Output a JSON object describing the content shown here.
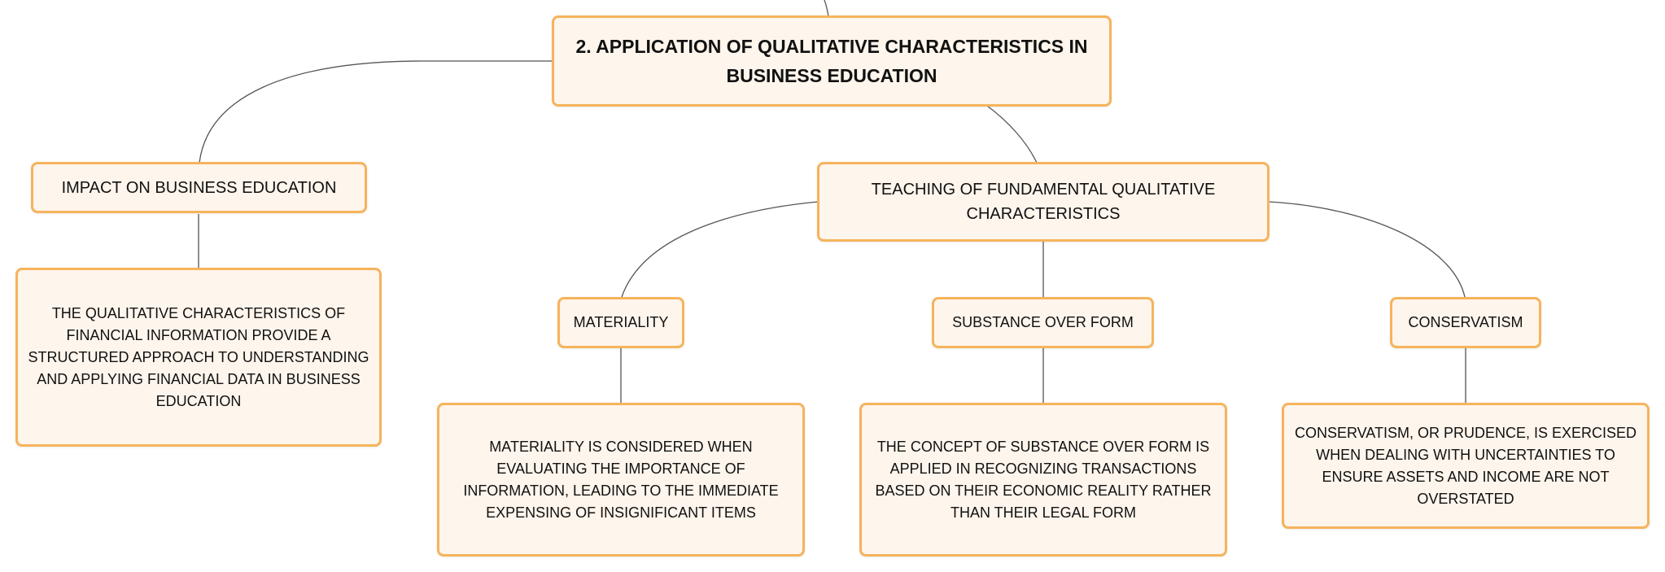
{
  "diagram": {
    "root": {
      "label": "2. APPLICATION OF QUALITATIVE CHARACTERISTICS IN BUSINESS EDUCATION"
    },
    "impact": {
      "label": "IMPACT ON BUSINESS EDUCATION",
      "description": "THE QUALITATIVE CHARACTERISTICS OF FINANCIAL INFORMATION PROVIDE A STRUCTURED APPROACH TO UNDERSTANDING AND APPLYING FINANCIAL DATA IN BUSINESS EDUCATION"
    },
    "teaching": {
      "label": "TEACHING OF FUNDAMENTAL QUALITATIVE CHARACTERISTICS"
    },
    "materiality": {
      "label": "MATERIALITY",
      "description": "MATERIALITY IS CONSIDERED WHEN EVALUATING THE IMPORTANCE OF INFORMATION, LEADING TO THE IMMEDIATE EXPENSING OF INSIGNIFICANT ITEMS"
    },
    "substance": {
      "label": "SUBSTANCE OVER FORM",
      "description": "THE CONCEPT OF SUBSTANCE OVER FORM IS APPLIED IN RECOGNIZING TRANSACTIONS BASED ON THEIR ECONOMIC REALITY RATHER THAN THEIR LEGAL FORM"
    },
    "conservatism": {
      "label": "CONSERVATISM",
      "description": "CONSERVATISM, OR PRUDENCE, IS EXERCISED WHEN DEALING WITH UNCERTAINTIES TO ENSURE ASSETS AND INCOME ARE NOT OVERSTATED"
    }
  },
  "colors": {
    "node_fill": "#fef5ec",
    "node_border": "#f6b35c",
    "connector": "#555555",
    "text": "#111111"
  }
}
